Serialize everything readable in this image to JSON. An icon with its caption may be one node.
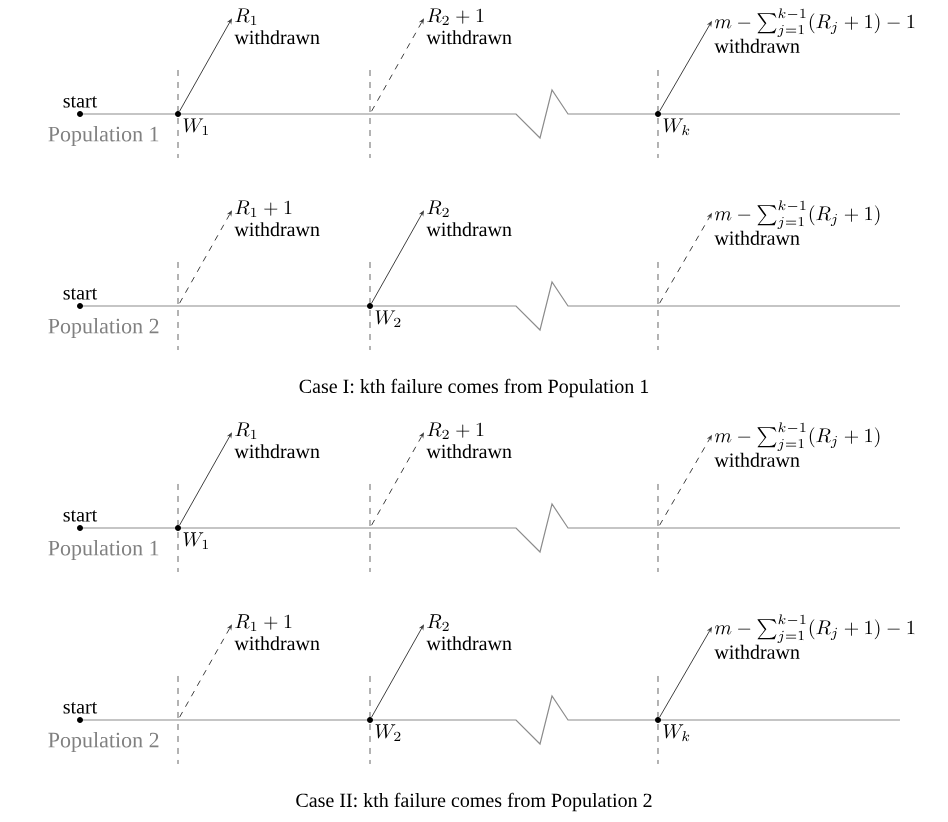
{
  "diagram": {
    "nodes": [
      {
        "text": [
          "R_1",
          "withdrawn"
        ]
      },
      {
        "text": [
          "R_2+1",
          "withdrawn"
        ]
      },
      {
        "text": [
          "m-\\sum_{j=1}^{k-1}(R_j+1)-1",
          "withdrawn"
        ]
      },
      {
        "text": [
          "R_1+1",
          "withdrawn"
        ]
      },
      {
        "text": [
          "R_2",
          "withdrawn"
        ]
      },
      {
        "text": [
          "m-\\sum_{j=1}^{k-1}(R_j+1)",
          "withdrawn"
        ]
      },
      {
        "text": [
          "R_1",
          "withdrawn"
        ]
      },
      {
        "text": [
          "R_2+1",
          "withdrawn"
        ]
      },
      {
        "text": [
          "m-\\sum_{j=1}^{k-1}(R_j+1)",
          "withdrawn"
        ]
      },
      {
        "text": [
          "R_1+1",
          "withdrawn"
        ]
      },
      {
        "text": [
          "R_2",
          "withdrawn"
        ]
      },
      {
        "text": [
          "m-\\sum_{j=1}^{k-1}(R_j+1)-1",
          "withdrawn"
        ]
      },
      {
        "text": [
          "W_1"
        ]
      },
      {
        "text": [
          "W_k"
        ]
      },
      {
        "text": [
          "W_2"
        ]
      },
      {
        "text": [
          "W_1"
        ]
      },
      {
        "text": [
          "W_2"
        ]
      },
      {
        "text": [
          "W_k"
        ]
      }
    ],
    "edges": [
      {
        "from": 12,
        "to": 0,
        "arrow": "to"
      },
      {
        "from": null,
        "to": 1,
        "arrow": "to",
        "style": "dashed"
      },
      {
        "from": 13,
        "to": 2,
        "arrow": "to"
      },
      {
        "from": null,
        "to": 3,
        "arrow": "to",
        "style": "dashed"
      },
      {
        "from": 14,
        "to": 4,
        "arrow": "to"
      },
      {
        "from": null,
        "to": 5,
        "arrow": "to",
        "style": "dashed"
      },
      {
        "from": 15,
        "to": 6,
        "arrow": "to"
      },
      {
        "from": null,
        "to": 7,
        "arrow": "to",
        "style": "dashed"
      },
      {
        "from": null,
        "to": 8,
        "arrow": "to",
        "style": "dashed"
      },
      {
        "from": null,
        "to": 9,
        "arrow": "to",
        "style": "dashed"
      },
      {
        "from": 16,
        "to": 10,
        "arrow": "to"
      },
      {
        "from": 17,
        "to": 11,
        "arrow": "to"
      }
    ],
    "labels": [
      "start",
      "Population 1",
      "start",
      "Population 2",
      "Case I: kth failure comes from Population 1",
      "start",
      "Population 1",
      "start",
      "Population 2",
      "Case II: kth failure comes from Population 2"
    ]
  }
}
